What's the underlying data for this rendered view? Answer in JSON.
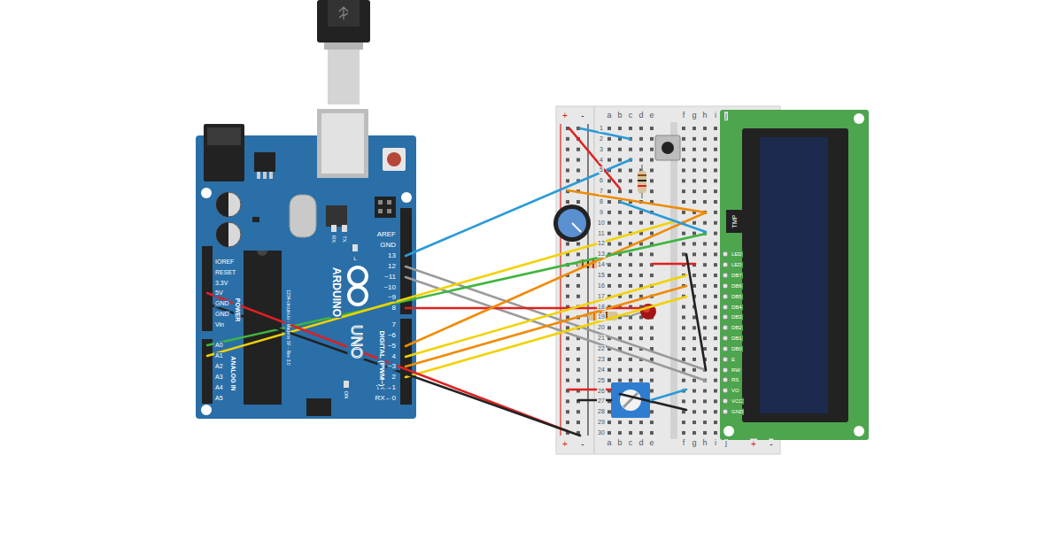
{
  "diagram": {
    "labels": [
      "AREF",
      "GND",
      "13",
      "12",
      "~11",
      "~10",
      "~9",
      "8",
      "7",
      "~6",
      "~5",
      "4",
      "~3",
      "2",
      "TX→1",
      "RX←0",
      "DIGITAL (PWM~)",
      "ARDUINO",
      "UNO",
      "IOREF",
      "RESET",
      "3.3V",
      "5V",
      "GND",
      "GND",
      "Vin",
      "POWER",
      "A0",
      "A1",
      "A2",
      "A3",
      "A4",
      "A5",
      "ANALOG IN",
      "RX",
      "TX",
      "L",
      "ON",
      "1234-circuits.io - Made in SF - Rev 3.0",
      "a",
      "b",
      "c",
      "d",
      "e",
      "f",
      "g",
      "h",
      "i",
      "j",
      "a",
      "b",
      "c",
      "d",
      "e",
      "f",
      "g",
      "h",
      "i",
      "j",
      "+",
      "-",
      "+",
      "-",
      "+",
      "-",
      "1",
      "2",
      "3",
      "4",
      "5",
      "6",
      "7",
      "8",
      "9",
      "10",
      "11",
      "12",
      "13",
      "14",
      "15",
      "16",
      "17",
      "18",
      "19",
      "20",
      "21",
      "22",
      "23",
      "24",
      "25",
      "26",
      "27",
      "28",
      "29",
      "30",
      "LED",
      "LED",
      "DB7",
      "DB6",
      "DB5",
      "DB4",
      "DB3",
      "DB2",
      "DB1",
      "DB0",
      "E",
      "RW",
      "RS",
      "VO",
      "VCC",
      "GND",
      "TMP"
    ]
  }
}
